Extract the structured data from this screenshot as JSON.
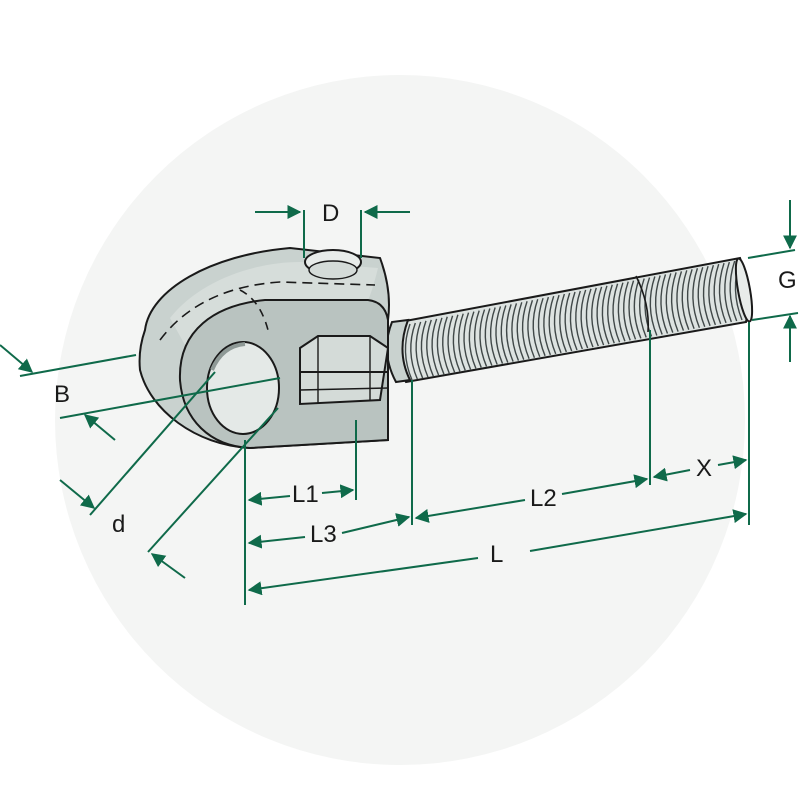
{
  "labels": {
    "D": "D",
    "G": "G",
    "B": "B",
    "d": "d",
    "L1": "L1",
    "L2": "L2",
    "L3": "L3",
    "L": "L",
    "X": "X"
  },
  "colors": {
    "dimension": "#0f6a4a",
    "part_fill": "#c9d2cf",
    "part_shadow": "#a9b4b0",
    "thread": "#dde3e1",
    "background_circle": "#f4f5f4"
  }
}
